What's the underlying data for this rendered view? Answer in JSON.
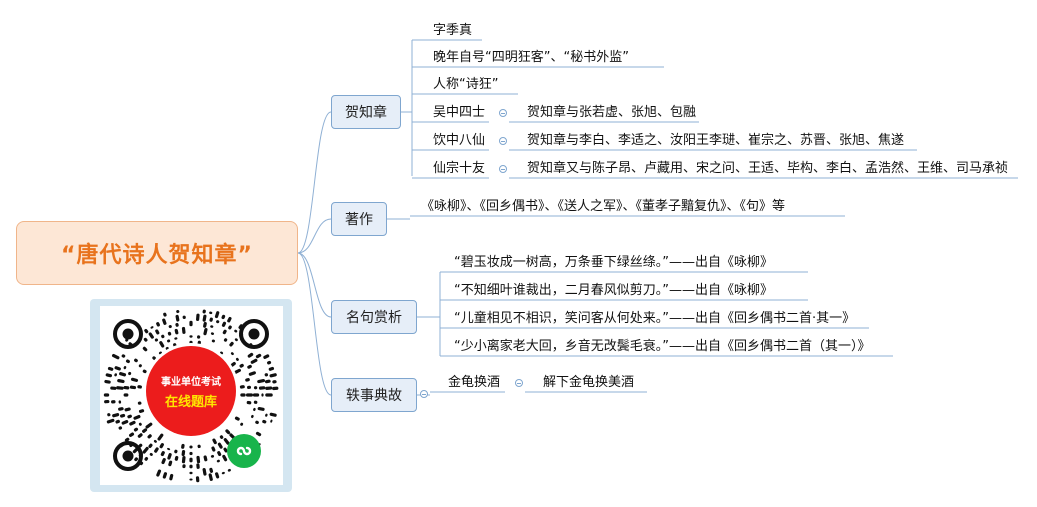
{
  "colors": {
    "root_fill": "#fde7d6",
    "root_border": "#f0b58a",
    "root_text": "#e8731d",
    "branch_fill": "#e6eef8",
    "branch_border": "#7fa6cf",
    "line": "#8fb0d4",
    "qr_red": "#ec1c1c",
    "qr_yellow": "#ffe600",
    "wechat_green": "#18b44b"
  },
  "root": {
    "title": "“唐代诗人贺知章”"
  },
  "branches": [
    {
      "label": "贺知章",
      "items": [
        {
          "text": "字季真"
        },
        {
          "text": "晚年自号“四明狂客”、“秘书外监”"
        },
        {
          "text": "人称“诗狂”"
        },
        {
          "text": "吴中四士",
          "detail": "贺知章与张若虚、张旭、包融"
        },
        {
          "text": "饮中八仙",
          "detail": "贺知章与李白、李适之、汝阳王李琎、崔宗之、苏晋、张旭、焦遂"
        },
        {
          "text": "仙宗十友",
          "detail": "贺知章又与陈子昂、卢藏用、宋之问、王适、毕构、李白、孟浩然、王维、司马承祯"
        }
      ]
    },
    {
      "label": "著作",
      "items": [
        {
          "text": "《咏柳》、《回乡偶书》、《送人之军》、《董孝子黯复仇》、《句》等"
        }
      ]
    },
    {
      "label": "名句赏析",
      "items": [
        {
          "text": "“碧玉妆成一树高，万条垂下绿丝绦。”——出自《咏柳》"
        },
        {
          "text": "“不知细叶谁裁出，二月春风似剪刀。”——出自《咏柳》"
        },
        {
          "text": "“儿童相见不相识，笑问客从何处来。”——出自《回乡偶书二首·其一》"
        },
        {
          "text": "“少小离家老大回，乡音无改鬓毛衰。”——出自《回乡偶书二首（其一）》"
        }
      ]
    },
    {
      "label": "轶事典故",
      "items": [
        {
          "text": "金龟换酒",
          "detail": "解下金龟换美酒"
        }
      ]
    }
  ],
  "qr": {
    "line1": "事业单位考试",
    "line2": "在线题库",
    "badge_icon": "wechat-miniprogram-icon"
  }
}
